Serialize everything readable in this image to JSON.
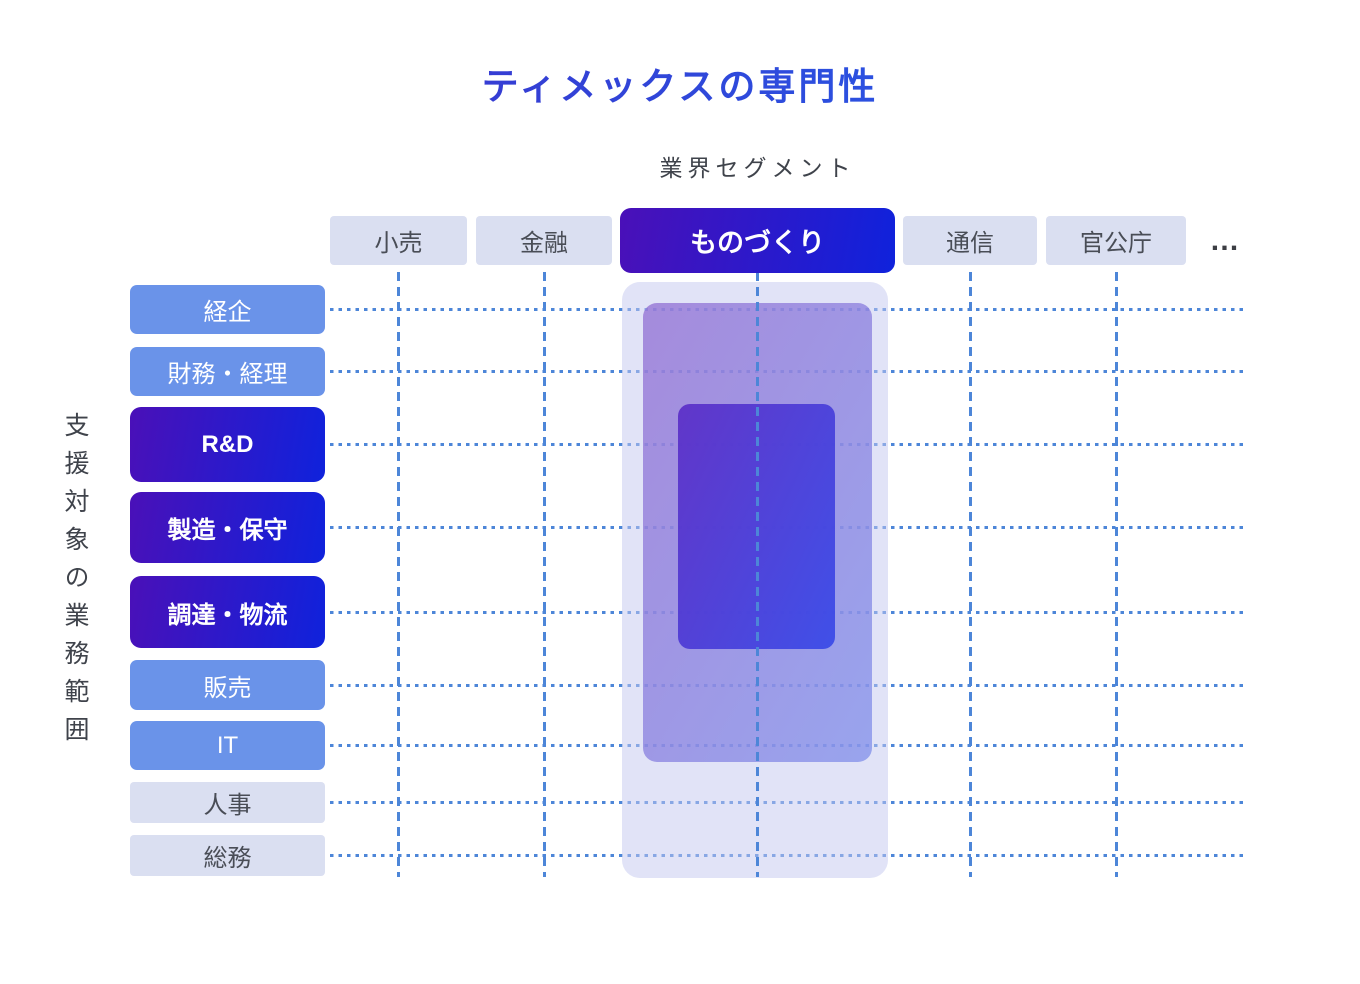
{
  "title": "ティメックスの専門性",
  "x_axis": {
    "label": "業界セグメント",
    "ellipsis": "…"
  },
  "y_axis": {
    "label": "支援対象の業務範囲"
  },
  "columns": [
    {
      "label": "小売",
      "emphasis": "low"
    },
    {
      "label": "金融",
      "emphasis": "low"
    },
    {
      "label": "ものづくり",
      "emphasis": "high"
    },
    {
      "label": "通信",
      "emphasis": "low"
    },
    {
      "label": "官公庁",
      "emphasis": "low"
    }
  ],
  "rows": [
    {
      "label": "経企",
      "emphasis": "medium"
    },
    {
      "label": "財務・経理",
      "emphasis": "medium"
    },
    {
      "label": "R&D",
      "emphasis": "high"
    },
    {
      "label": "製造・保守",
      "emphasis": "high"
    },
    {
      "label": "調達・物流",
      "emphasis": "high"
    },
    {
      "label": "販売",
      "emphasis": "medium"
    },
    {
      "label": "IT",
      "emphasis": "medium"
    },
    {
      "label": "人事",
      "emphasis": "low"
    },
    {
      "label": "総務",
      "emphasis": "low"
    }
  ],
  "highlight": {
    "column": "ものづくり",
    "levels": [
      "outer",
      "middle",
      "inner"
    ]
  },
  "colors": {
    "title_gradient_start": "#4c22c6",
    "title_gradient_end": "#2068f0",
    "chip_high_gradient_start": "#4a10b8",
    "chip_high_gradient_end": "#0f22dc",
    "chip_medium": "#6a93e9",
    "chip_low": "#dadff1",
    "grid_line": "#4d86d8",
    "overlay_outer": "#e4e6f8",
    "overlay_middle": "#a090dd",
    "overlay_inner": "#5338cf"
  }
}
